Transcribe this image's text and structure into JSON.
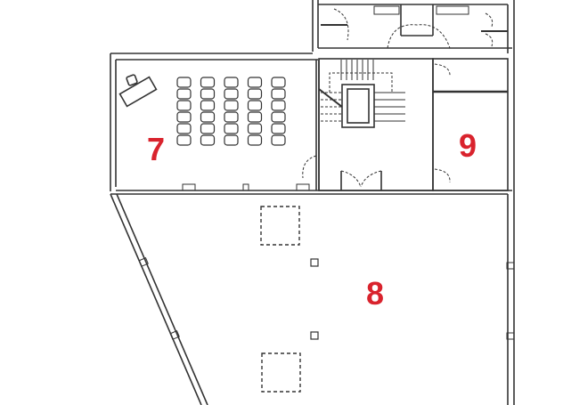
{
  "diagram": {
    "type": "architectural-floor-plan",
    "colors": {
      "wall": "#333333",
      "label": "#d9232d",
      "background": "#ffffff",
      "dashed": "#444444"
    },
    "rooms": [
      {
        "id": "room-7",
        "label": "7",
        "description": "lecture room with 5 columns x 6 rows of seats and a desk with chair"
      },
      {
        "id": "room-8",
        "label": "8",
        "description": "large open trapezoidal hall with two columns and two dashed overhead squares"
      },
      {
        "id": "room-9",
        "label": "9",
        "description": "side room with door"
      }
    ],
    "elements": {
      "seat_columns": 5,
      "seat_rows": 6,
      "restrooms": "two restroom blocks with toilets and sinks at top",
      "stairwell": "stair core with elevator shaft",
      "double_door": "double door into hall 8"
    }
  }
}
